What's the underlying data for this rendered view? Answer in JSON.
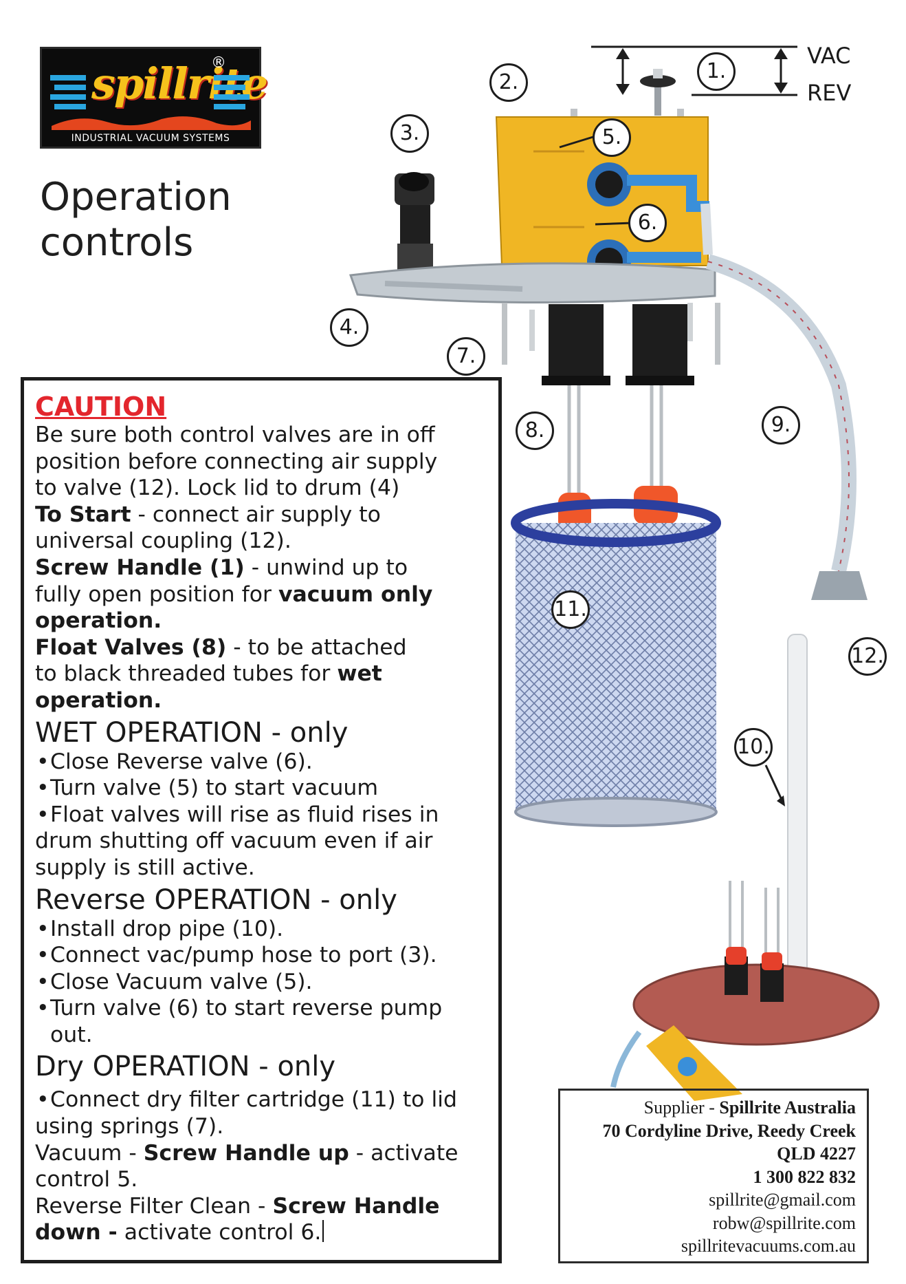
{
  "logo": {
    "wordmark": "spillrite",
    "registered": "®",
    "tagline": "INDUSTRIAL VACUUM SYSTEMS"
  },
  "title": {
    "line1": "Operation",
    "line2": "controls"
  },
  "instructions": {
    "caution_heading": "CAUTION",
    "caution_text": "Be sure  both control valves are in off\nposition before connecting air supply\nto valve (12). Lock lid to drum (4)",
    "start_label": "To Start",
    "start_text": " - connect air supply to\nuniversal coupling (12).",
    "screw_label": "Screw Handle (1)",
    "screw_text_1": " - unwind up to\nfully open position for ",
    "screw_bold": "vacuum only\noperation.",
    "float_label": "Float Valves (8)",
    "float_text_1": " - to be attached\nto black threaded tubes for ",
    "float_bold": "wet\noperation.",
    "wet_heading": "WET OPERATION - only",
    "wet_bullets": [
      "Close Reverse valve (6).",
      "Turn valve (5) to start vacuum",
      "Float valves will rise as fluid rises in"
    ],
    "wet_continuation": "drum shutting off vacuum even if air\nsupply is still active.",
    "reverse_heading": "Reverse OPERATION - only",
    "reverse_bullets": [
      "Install drop pipe (10).",
      "Connect vac/pump hose to port (3).",
      "Close Vacuum valve (5).",
      "Turn valve (6) to start reverse pump\nout."
    ],
    "dry_heading": "Dry OPERATION - only",
    "dry_bullet": "Connect dry filter cartridge (11) to lid",
    "dry_continuation": "using springs (7).",
    "vacuum_prefix": "Vacuum - ",
    "vacuum_bold": "Screw Handle up",
    "vacuum_suffix": " - activate\ncontrol 5.",
    "reverse_clean_prefix": "Reverse Filter Clean - ",
    "reverse_clean_bold": "Screw Handle\ndown -",
    "reverse_clean_suffix": " activate control 6."
  },
  "diagram": {
    "vac_label": "VAC",
    "rev_label": "REV",
    "callouts": [
      "1.",
      "2.",
      "3.",
      "4.",
      "5.",
      "6.",
      "7.",
      "8.",
      "9.",
      "10.",
      "11.",
      "12."
    ]
  },
  "supplier": {
    "line1_prefix": "Supplier -  ",
    "line1_name": "Spillrite Australia",
    "line2": "70 Cordyline Drive, Reedy Creek",
    "line3": "QLD 4227",
    "line4": "1 300 822 832",
    "email1": "spillrite@gmail.com",
    "email2": "robw@spillrite.com",
    "website": "spillritevacuums.com.au"
  },
  "colors": {
    "caution_red": "#e3262d",
    "box_yellow": "#f0b624",
    "filter_blue": "#2c3f9e",
    "float_orange": "#f0572a",
    "hose_blue": "#3a8fd9",
    "lid_red": "#b35b52"
  }
}
